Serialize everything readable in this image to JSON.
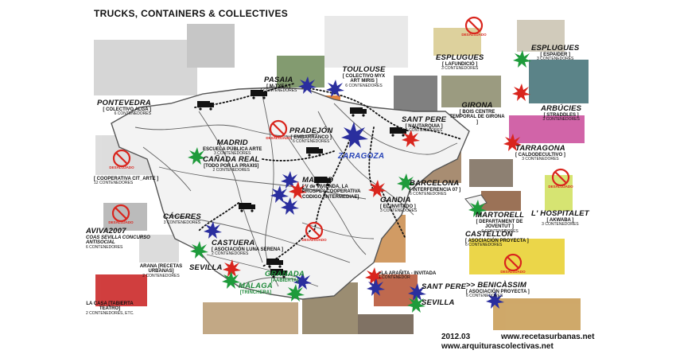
{
  "title": "TRUCKS, CONTAINERS & COLLECTIVES",
  "footer": {
    "date": "2012.03",
    "url1": "www.recetasurbanas.net",
    "url2": "www.arquiturascolectivas.net"
  },
  "labels": [
    {
      "id": "pontevedra",
      "city": "PONTEVEDRA",
      "sub": "[ COLECTIVO ALGA ]",
      "cnt": "6 CONTENEDORES",
      "color": "black"
    },
    {
      "id": "pasaia",
      "city": "PASAIA",
      "sub": "[ M-TXEA ]",
      "cnt": "4 CONTENEDORES",
      "color": "black"
    },
    {
      "id": "toulouse",
      "city": "TOULOUSE",
      "sub": "[ COLECTIVO MYX ART MIRIS ]",
      "cnt": "6 CONTENEDORES",
      "color": "black"
    },
    {
      "id": "esplugues1",
      "city": "ESPLUGUES",
      "sub": "[ LAFUNDICIÓ ]",
      "cnt": "3 CONTENEDORES",
      "color": "black"
    },
    {
      "id": "esplugues2",
      "city": "ESPLUGUES",
      "sub": "[ ESPAIDER ]",
      "cnt": "3 CONTENEDORES",
      "color": "black"
    },
    {
      "id": "arbucies",
      "city": "ARBÚCIES",
      "sub": "[ STRADDLES ]",
      "cnt": "3 CONTENEDORES",
      "color": "black"
    },
    {
      "id": "girona",
      "city": "GIRONA",
      "sub": "[ BOIS CENTRE TEMPORAL DE GIRONA ]",
      "cnt": "",
      "color": "black"
    },
    {
      "id": "pradejon",
      "city": "PRADEJÓN",
      "sub": "[ EMBARRANCO ]",
      "cnt": "6 CONTENEDORES",
      "color": "black"
    },
    {
      "id": "santpere1",
      "city": "SANT PERE",
      "sub": "[ NAUTARQUIA ]",
      "cnt": "5 CONTENEDORES",
      "color": "black"
    },
    {
      "id": "madrid1",
      "city": "MADRID",
      "sub": "ESCUELA PÚBLICA ARTE",
      "cnt": "3 CONTENEDORES",
      "color": "black"
    },
    {
      "id": "zaragoza",
      "city": "ZARAGOZA",
      "sub": "",
      "cnt": "",
      "color": "blue"
    },
    {
      "id": "tarragona",
      "city": "TARRAGONA",
      "sub": "[ CALDODECULTIVO ]",
      "cnt": "3 CONTENEDORES",
      "color": "black"
    },
    {
      "id": "cooperativa",
      "city": "",
      "sub": "[ COOPERATIVA CIT_ARTE ]",
      "cnt": "12 CONTENEDORES",
      "color": "black"
    },
    {
      "id": "canadareal",
      "city": "CAÑADA REAL",
      "sub": "[TODO POR LA PRAXIS]",
      "cnt": "2 CONTENEDORES",
      "color": "black"
    },
    {
      "id": "madrid2",
      "city": "MADRID",
      "sub": "[ V de VIVIENDA, LA PROSPE ] COOPERATIVA CODIGO [INTERMEDIAE]",
      "cnt": "",
      "color": "black"
    },
    {
      "id": "barcelona",
      "city": "BARCELONA",
      "sub": "[ INTERFERENCIA 07 ]",
      "cnt": "6 CONTENEDORES",
      "color": "black"
    },
    {
      "id": "gandia",
      "city": "GANDIA",
      "sub": "[ EL INVITADO ]",
      "cnt": "3 CONTENEDORES",
      "color": "black"
    },
    {
      "id": "lhospitalet",
      "city": "L' HOSPITALET",
      "sub": "[ AKWABA ]",
      "cnt": "3 CONTENEDORES",
      "color": "black"
    },
    {
      "id": "martorell",
      "city": "MARTORELL",
      "sub": "[ DEPARTAMENT DE JOVENTUT ]",
      "cnt": "6 CONTENEDORES",
      "color": "black"
    },
    {
      "id": "caceres",
      "city": "CÁCERES",
      "sub": "",
      "cnt": "3 CONTENEDORES",
      "color": "black"
    },
    {
      "id": "aviva",
      "city": "AVIVA2007",
      "sub": "COAS SEVILLA CONCURSO ANTISOCIAL",
      "cnt": "6 CONTENEDORES",
      "color": "black"
    },
    {
      "id": "castuera",
      "city": "CASTUERA",
      "sub": "[ ASOCIACIÓN LUNA SERENA ]",
      "cnt": "2 CONTENEDORES",
      "color": "black"
    },
    {
      "id": "castellon",
      "city": "CASTELLÓN",
      "sub": "[ ASOCIACIÓN PROYECTA ]",
      "cnt": "6 CONTENEDORES",
      "color": "black"
    },
    {
      "id": "arana",
      "city": "",
      "sub": "ARANA [RECETAS URBANAS]",
      "cnt": "2 CONTENEDORES",
      "color": "black"
    },
    {
      "id": "sevilla1",
      "city": "SEVILLA",
      "sub": "",
      "cnt": "",
      "color": "black"
    },
    {
      "id": "malaga",
      "city": "MÁLAGA",
      "sub": "[TRINCHERA]",
      "cnt": "",
      "color": "green"
    },
    {
      "id": "granada",
      "city": "GRANADA",
      "sub": "[AABIERTA]",
      "cnt": "",
      "color": "green"
    },
    {
      "id": "laaranita",
      "city": "",
      "sub": ">LA ARAÑITA - INVITADA",
      "cnt": "1 CONTENEDOR",
      "color": "black"
    },
    {
      "id": "santpere2",
      "city": "SANT PERE",
      "sub": "",
      "cnt": "",
      "color": "black"
    },
    {
      "id": "benicassim",
      "city": ">> BENICÀSSIM",
      "sub": "[ ASOCIACIÓN PROYECTA ]",
      "cnt": "6 CONTENEDORES",
      "color": "black"
    },
    {
      "id": "sevilla2",
      "city": "SEVILLA",
      "sub": "",
      "cnt": "",
      "color": "black"
    },
    {
      "id": "lacasa",
      "city": "",
      "sub": "LA CASA [TABIERTA TEATRO]",
      "cnt": "2 CONTENEDORES, ETC.",
      "color": "black"
    }
  ],
  "stamps": [
    "DESALOJADO",
    "DESALOJADO",
    "DESALOJADO",
    "DESALOJADO",
    "DESALOJADO",
    "DESALOJADO",
    "DESALOJADO"
  ],
  "markers": {
    "red": "#d9251d",
    "blue": "#2a2e9e",
    "green": "#1e9b3b"
  },
  "icons": [
    "truck-icon",
    "container-icon",
    "no-entry-icon",
    "star-marker-icon"
  ]
}
